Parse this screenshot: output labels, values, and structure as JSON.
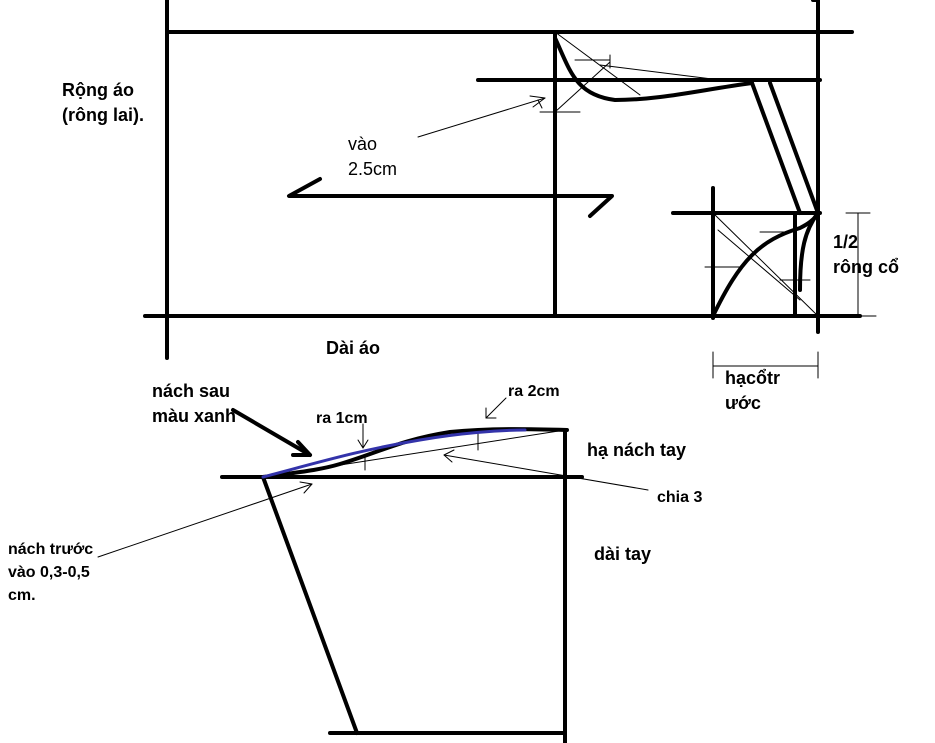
{
  "labels": {
    "rong_ao_line1": "Rộng áo",
    "rong_ao_line2": "(rông lai).",
    "vao_line1": "vào",
    "vao_line2": "2.5cm",
    "dai_ao": "Dài áo",
    "half_line1": "1/2",
    "half_line2": "rông cổ",
    "ha_co_line1": "hạcổtr",
    "ha_co_line2": "ước",
    "nach_sau_line1": "nách sau",
    "nach_sau_line2": "màu xanh",
    "ra_1cm": "ra 1cm",
    "ra_2cm": "ra 2cm",
    "ha_nach_tay": "hạ nách tay",
    "chia_3": "chia 3",
    "nach_truoc_line1": "nách trước",
    "nach_truoc_line2": "vào 0,3-0,5",
    "nach_truoc_line3": "cm.",
    "dai_tay": "dài tay"
  },
  "colors": {
    "ink": "#000000",
    "back_armhole": "#3333aa",
    "background": "#ffffff"
  }
}
